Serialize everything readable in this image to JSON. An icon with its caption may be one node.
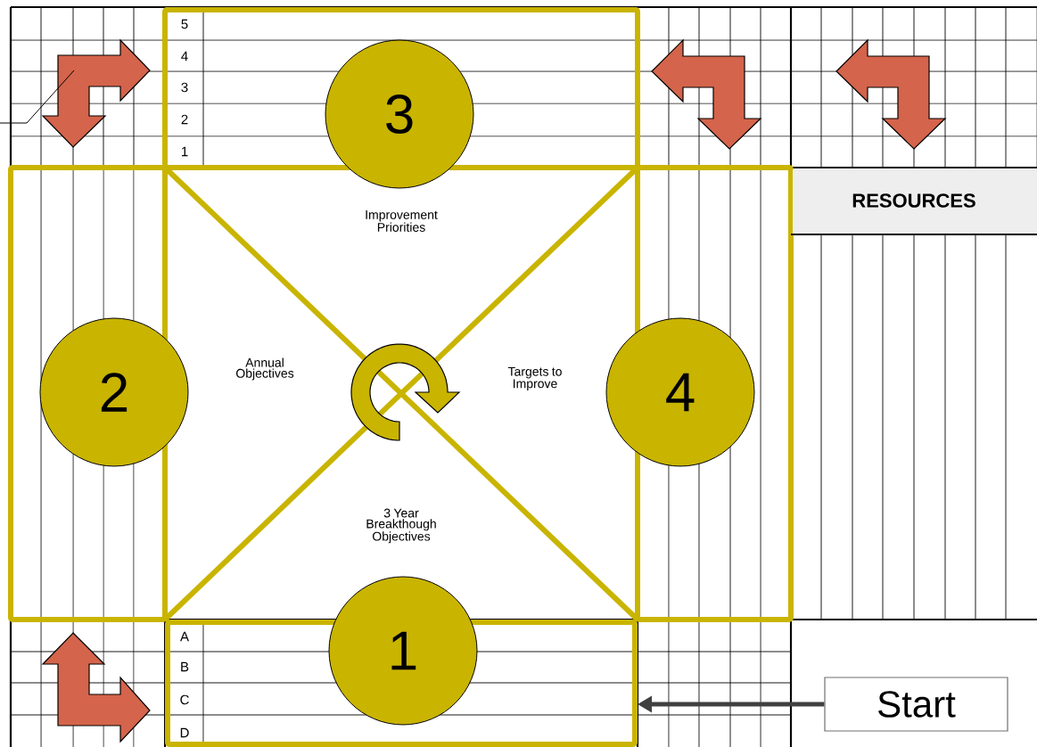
{
  "diagram": {
    "nodes": [
      {
        "text": [
          "3"
        ]
      },
      {
        "text": [
          "2"
        ]
      },
      {
        "text": [
          "4"
        ]
      },
      {
        "text": [
          "1"
        ]
      },
      {
        "text": [],
        "shape": "box"
      },
      {
        "text": [
          "Start"
        ]
      },
      {
        "text": [],
        "shape": "arrow"
      },
      {
        "text": [],
        "shape": "arrow"
      },
      {
        "text": [],
        "shape": "arrow"
      },
      {
        "text": [],
        "shape": "arrow"
      }
    ],
    "edges": [
      {
        "from": 5,
        "to": 4,
        "arrow": "to",
        "style": "thick",
        "color": "#404040"
      },
      {
        "from": null,
        "to": 6,
        "arrow": "none"
      }
    ],
    "labels": [
      "5",
      "4",
      "3",
      "2",
      "1",
      "RESOURCES",
      "Improvement Priorities",
      "Annual Objectives",
      "Targets to Improve",
      "3 Year Breakthough Objectives",
      "A",
      "B",
      "C",
      "D"
    ]
  }
}
